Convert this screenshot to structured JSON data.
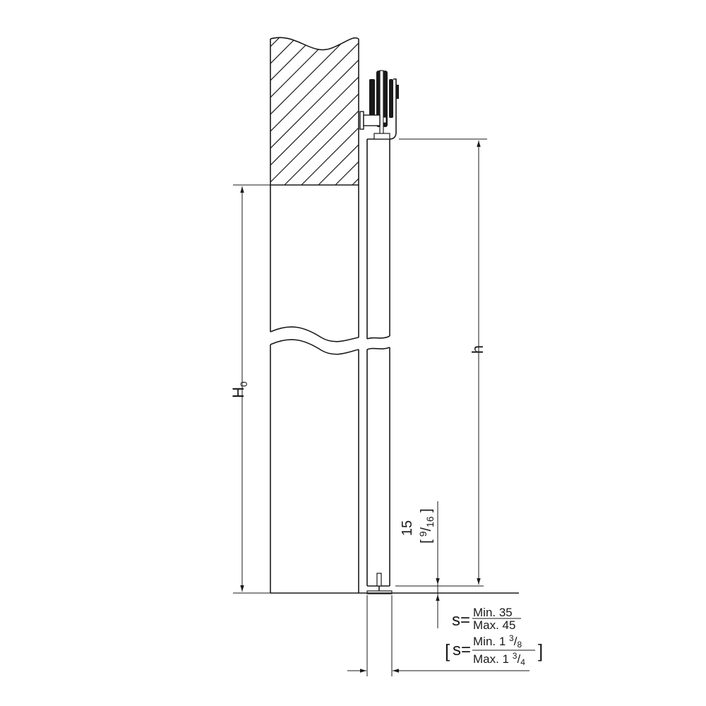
{
  "dimensions": {
    "H0": {
      "main": "H",
      "sub": "0"
    },
    "h": "h",
    "clearance": {
      "value": "15",
      "imperial_num": "9",
      "imperial_den": "16",
      "open": "[",
      "close": "]"
    },
    "s_metric": {
      "prefix": "s=",
      "min": "Min. 35",
      "max": "Max. 45"
    },
    "s_imperial": {
      "open": "[",
      "prefix": "s=",
      "min_text": "Min. 1",
      "min_num": "3",
      "min_den": "8",
      "max_text": "Max. 1",
      "max_num": "3",
      "max_den": "4",
      "close": "]"
    }
  },
  "colors": {
    "line": "#1a1a1a",
    "background": "#ffffff"
  }
}
